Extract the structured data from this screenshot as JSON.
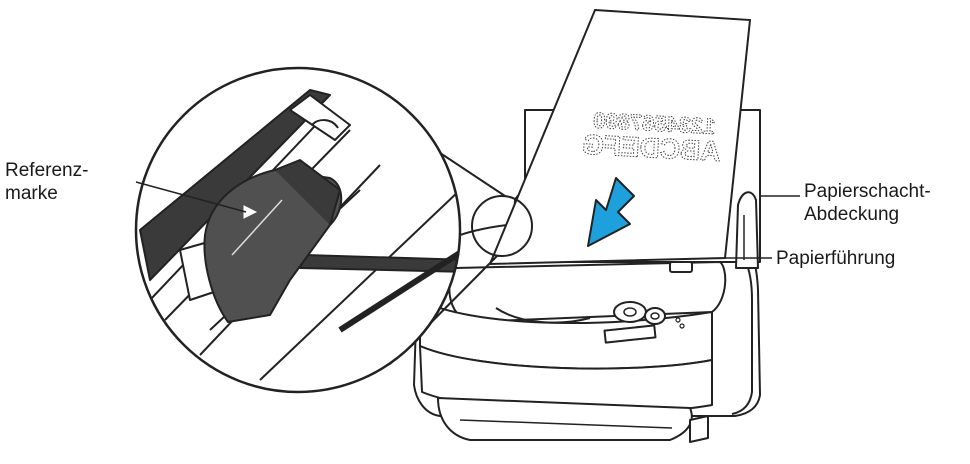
{
  "labels": {
    "reference_mark_line1": "Referenz-",
    "reference_mark_line2": "marke",
    "chute_cover_line1": "Papierschacht-",
    "chute_cover_line2": "Abdeckung",
    "paper_guide": "Papierführung"
  },
  "paper_text": {
    "digits": "1234567890",
    "letters": "ABCDEFG"
  },
  "colors": {
    "arrow": "#1ea0dc",
    "line": "#222222",
    "tab": "#505050",
    "tab_dark": "#3a3a3a"
  }
}
